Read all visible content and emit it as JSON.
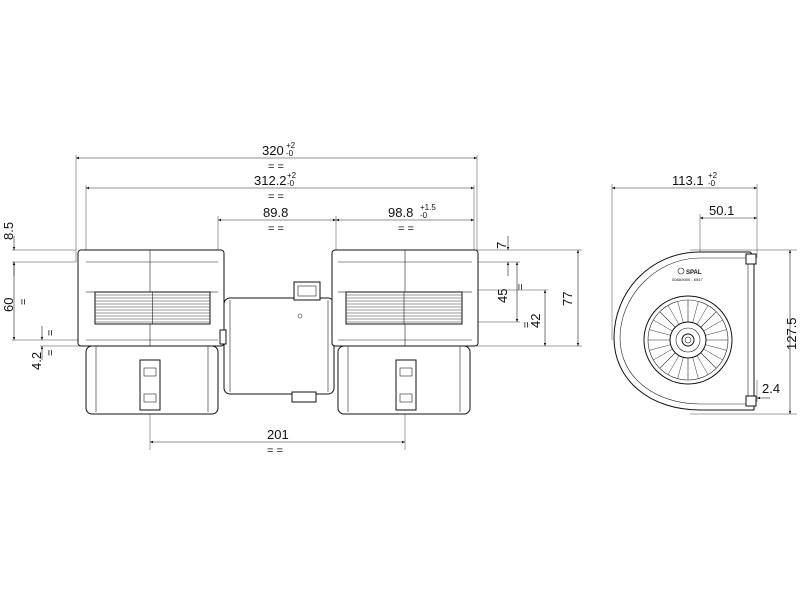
{
  "diagram": {
    "front_view": {
      "overall_length": {
        "value": "320",
        "tol_upper": "+2",
        "tol_lower": "-0",
        "equal_mark": "= ="
      },
      "inner_length": {
        "value": "312.2",
        "tol_upper": "+2",
        "tol_lower": "-0",
        "equal_mark": "= ="
      },
      "left_width": {
        "value": "89.8",
        "equal_mark": "= ="
      },
      "right_width": {
        "value": "98.8",
        "tol_upper": "+1.5",
        "tol_lower": "-0",
        "equal_mark": "= ="
      },
      "outlet_offset_top": {
        "value": "8.5"
      },
      "outlet_height": {
        "value": "60",
        "equal_mark": "="
      },
      "outlet_offset_bottom": {
        "value": "4.2",
        "equal_mark": "="
      },
      "top_offset": {
        "value": "7"
      },
      "outlet_45": {
        "value": "45",
        "equal_mark": "="
      },
      "outlet_42": {
        "value": "42",
        "equal_mark": "="
      },
      "height_77": {
        "value": "77"
      },
      "center_distance": {
        "value": "201",
        "equal_mark": "= ="
      }
    },
    "side_view": {
      "overall_width": {
        "value": "113.1",
        "tol_upper": "+2",
        "tol_lower": "-0"
      },
      "outlet_width": {
        "value": "50.1"
      },
      "height": {
        "value": "127.5"
      },
      "wall": {
        "value": "2.4"
      },
      "brand_label": "SPAL",
      "model_label": "008A9000 - 6547"
    }
  }
}
